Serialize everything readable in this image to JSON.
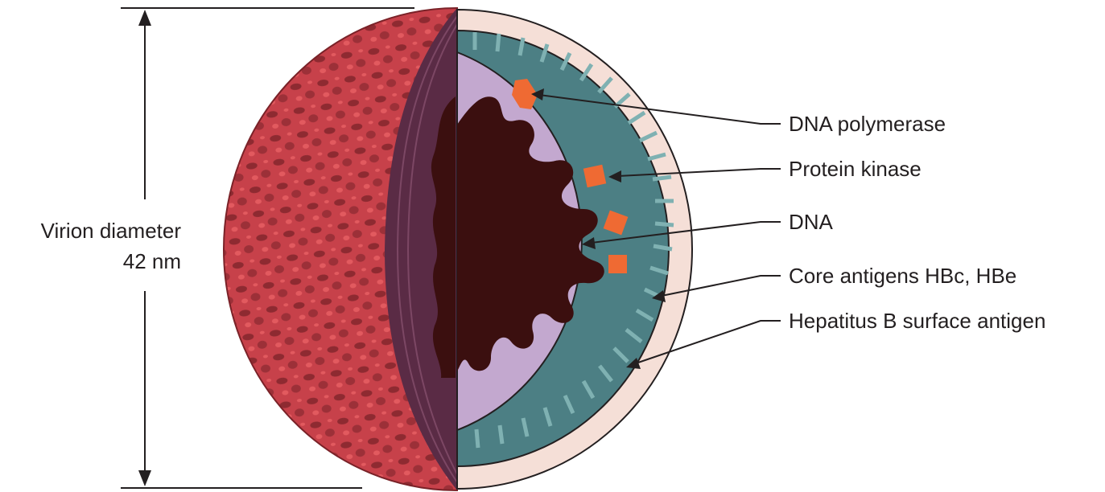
{
  "diameter": {
    "label_line1": "Virion diameter",
    "label_line2": "42 nm"
  },
  "labels": [
    {
      "id": "dna-polymerase",
      "text": "DNA polymerase"
    },
    {
      "id": "protein-kinase",
      "text": "Protein kinase"
    },
    {
      "id": "dna",
      "text": "DNA"
    },
    {
      "id": "core-antigens",
      "text": "Core antigens HBc, HBe"
    },
    {
      "id": "surface-antigen",
      "text": "Hepatitus B surface antigen"
    }
  ],
  "colors": {
    "surface_red": "#c7414a",
    "surface_dark": "#8e2a31",
    "cut_face": "#5a2b45",
    "envelope_outer": "#f5dfd7",
    "capsid_teal": "#4c7f84",
    "capsid_stripe": "#7fb1b2",
    "core_lilac": "#c3a8cf",
    "dna_brown": "#3b0f0f",
    "enzyme_orange": "#ef6a33"
  }
}
